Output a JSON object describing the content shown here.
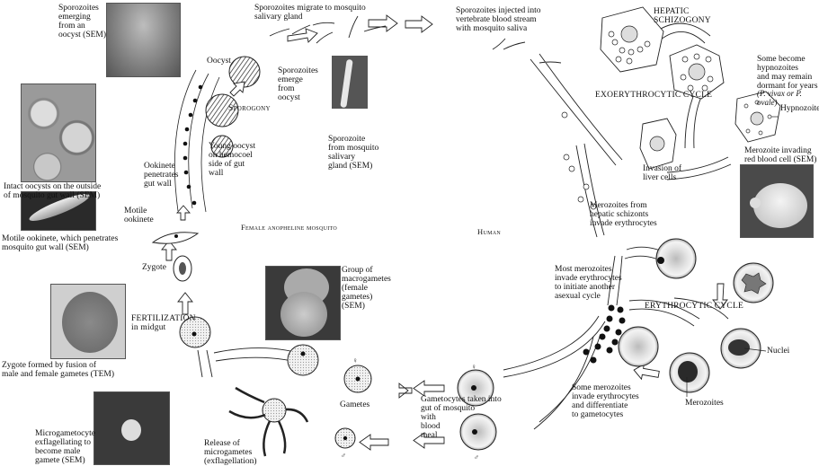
{
  "title": "Plasmodium life cycle",
  "regions": {
    "mosquito": "Female anopheline mosquito",
    "human": "Human"
  },
  "cycles": {
    "hepatic": "HEPATIC\nSCHIZOGONY",
    "exoerythrocytic": "EXOERYTHROCYTIC CYCLE",
    "erythrocytic": "ERYTHROCYTIC CYCLE",
    "sporogony": "Sporogony",
    "fertilization": "FERTILIZATION\nin midgut"
  },
  "labels": {
    "sporozoites_emerging_oocyst_sem": "Sporozoites\nemerging\nfrom an\noocyst (SEM)",
    "sporozoites_migrate": "Sporozoites migrate to mosquito\nsalivary gland",
    "sporozoites_injected": "Sporozoites injected into\nvertebrate blood stream\nwith mosquito saliva",
    "oocyst": "Oocyst",
    "sporozoites_emerge": "Sporozoites\nemerge\nfrom\noocyst",
    "young_oocyst": "Young oocyst\non hemocoel\nside of gut\nwall",
    "sporozoite_salivary_sem": "Sporozoite\nfrom mosquito\nsalivary\ngland (SEM)",
    "intact_oocysts_sem": "Intact oocysts on the outside\nof mosquito gut wall (SEM)",
    "ookinete_penetrates": "Ookinete\npenetrates\ngut wall",
    "motile_ookinete": "Motile\nookinete",
    "motile_ookinete_sem": "Motile ookinete, which penetrates\nmosquito gut wall (SEM)",
    "zygote": "Zygote",
    "zygote_tem": "Zygote formed by fusion of\nmale and female gametes (TEM)",
    "microgametocyte_sem": "Microgametocyte\nexflagellating to\nbecome male\ngamete (SEM)",
    "macrogametes_sem": "Group of\nmacrogametes\n(female\ngametes)\n(SEM)",
    "gametes": "Gametes",
    "release_microgametes": "Release of\nmicrogametes\n(exflagellation)",
    "gametocytes_taken": "Gametocytes taken into\ngut of mosquito\nwith\nblood\nmeal",
    "some_merozoites": "Some merozoites\ninvade erythrocytes\nand differentiate\nto gametocytes",
    "most_merozoites": "Most merozoites\ninvade erythrocytes\nto initiate another\nasexual cycle",
    "merozoites_hepatic": "Merozoites from\nhepatic schizonts\ninvade erythrocytes",
    "invasion_liver": "Invasion of\nliver cells",
    "hypnozoites_note": "Some become\nhypnozoites\nand may remain\ndormant for years",
    "hypnozoites_species": "(P. vivax or P. ovale)",
    "hypnozoites": "Hypnozoites",
    "merozoite_invading_sem": "Merozoite invading\nred blood cell (SEM)",
    "nuclei": "Nuclei",
    "merozoites": "Merozoites",
    "female_symbol": "♀",
    "male_symbol": "♂"
  }
}
